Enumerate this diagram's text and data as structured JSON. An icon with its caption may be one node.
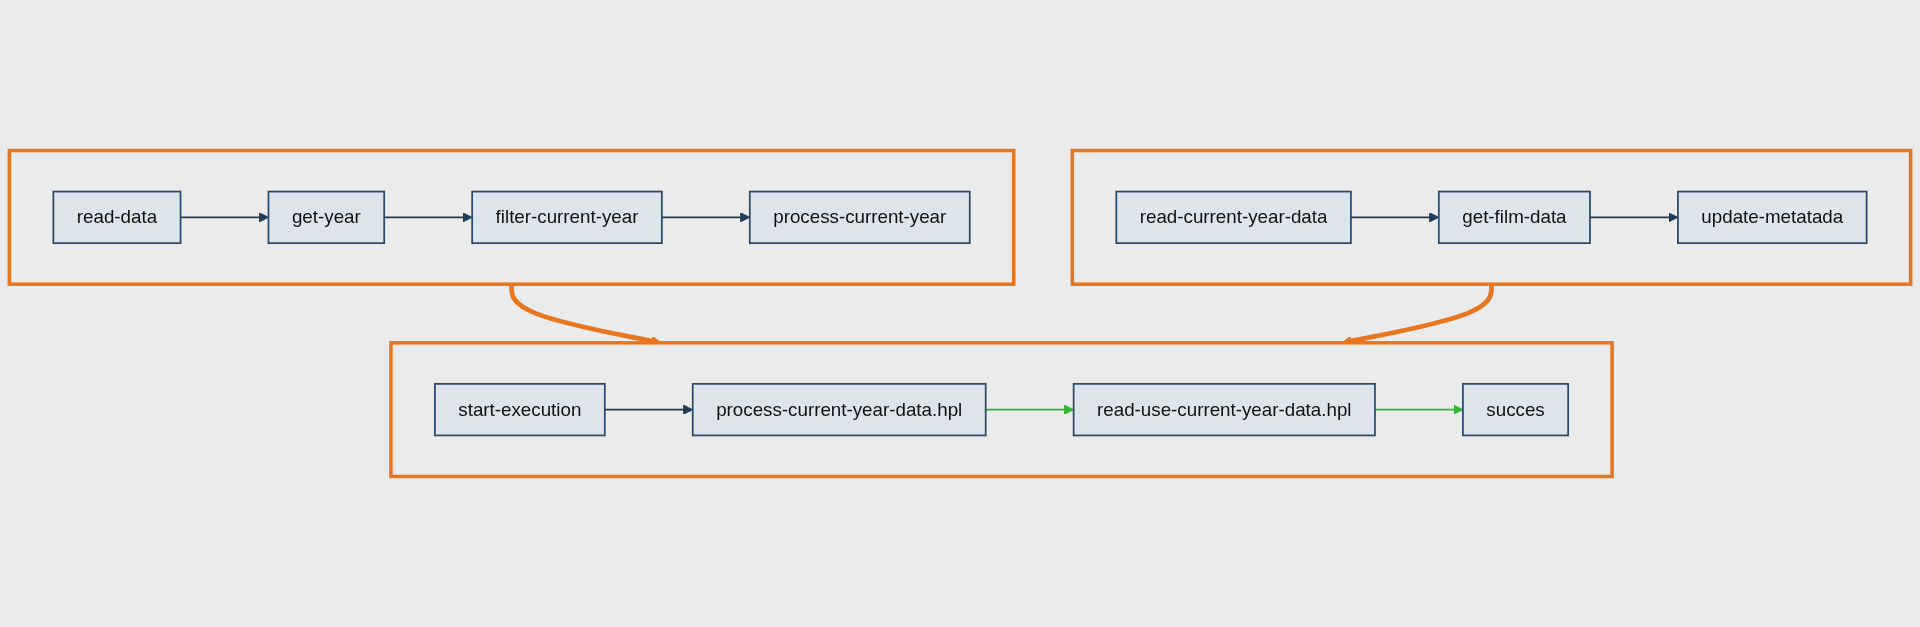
{
  "diagram": {
    "nodes": [
      {
        "text": [],
        "shape": "box"
      },
      {
        "text": [
          "read-data"
        ],
        "in": 0
      },
      {
        "text": [
          "get-year"
        ],
        "in": 0
      },
      {
        "text": [
          "filter-current-year"
        ],
        "in": 0
      },
      {
        "text": [
          "process-current-year"
        ],
        "in": 0
      },
      {
        "text": [],
        "shape": "box"
      },
      {
        "text": [
          "read-current-year-data"
        ],
        "in": 5
      },
      {
        "text": [
          "get-film-data"
        ],
        "in": 5
      },
      {
        "text": [
          "update-metatada"
        ],
        "in": 5
      },
      {
        "text": [],
        "shape": "box"
      },
      {
        "text": [
          "start-execution"
        ],
        "in": 9
      },
      {
        "text": [
          "process-current-year-data.hpl"
        ],
        "in": 9
      },
      {
        "text": [
          "read-use-current-year-data.hpl"
        ],
        "in": 9
      },
      {
        "text": [
          "succes"
        ],
        "in": 9
      }
    ],
    "edges": [
      {
        "from": 1,
        "to": 2,
        "arrow": "to"
      },
      {
        "from": 2,
        "to": 3,
        "arrow": "to"
      },
      {
        "from": 3,
        "to": 4,
        "arrow": "to"
      },
      {
        "from": 6,
        "to": 7,
        "arrow": "to"
      },
      {
        "from": 7,
        "to": 8,
        "arrow": "to"
      },
      {
        "from": 10,
        "to": 11,
        "arrow": "to"
      },
      {
        "from": 11,
        "to": 12,
        "arrow": "to",
        "color": "#2fb52f"
      },
      {
        "from": 12,
        "to": 13,
        "arrow": "to",
        "color": "#2fb52f"
      },
      {
        "from": 0,
        "to": 9,
        "arrow": "to",
        "style": "thick",
        "color": "#e8761e"
      },
      {
        "from": 5,
        "to": 9,
        "arrow": "to",
        "style": "thick",
        "color": "#e8761e"
      }
    ]
  }
}
